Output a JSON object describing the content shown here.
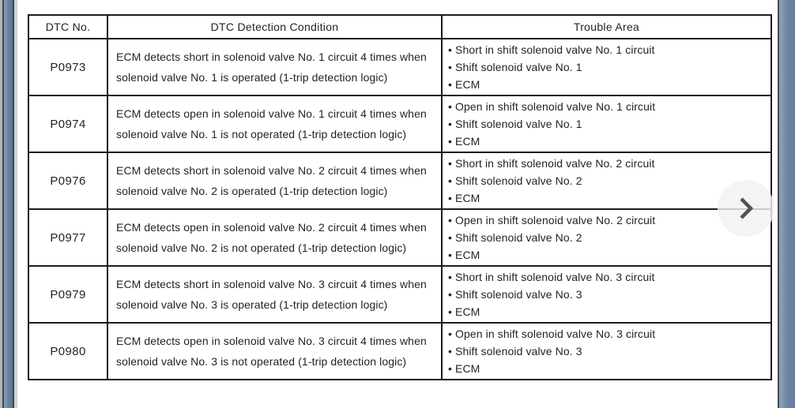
{
  "viewer": {
    "next_button_icon": "chevron-right",
    "colors": {
      "page_edge_blue": "#6d85a2",
      "table_border": "#1d1d1d",
      "next_button_bg": "#f2f2f3",
      "chevron": "#525252"
    }
  },
  "table": {
    "bullet": "•",
    "headers": [
      "DTC No.",
      "DTC Detection Condition",
      "Trouble Area"
    ],
    "rows": [
      {
        "dtc": "P0973",
        "condition": "ECM detects short in solenoid valve No. 1 circuit 4 times when solenoid valve No. 1 is operated (1-trip detection logic)",
        "trouble_areas": [
          "Short in shift solenoid valve No. 1 circuit",
          "Shift solenoid valve No. 1",
          "ECM"
        ]
      },
      {
        "dtc": "P0974",
        "condition": "ECM detects open in solenoid valve No. 1 circuit 4 times when solenoid valve No. 1 is not operated (1-trip detection logic)",
        "trouble_areas": [
          "Open in shift solenoid valve No. 1 circuit",
          "Shift solenoid valve No. 1",
          "ECM"
        ]
      },
      {
        "dtc": "P0976",
        "condition": "ECM detects short in solenoid valve No. 2 circuit 4 times when solenoid valve No. 2 is operated (1-trip detection logic)",
        "trouble_areas": [
          "Short in shift solenoid valve No. 2 circuit",
          "Shift solenoid valve No. 2",
          "ECM"
        ]
      },
      {
        "dtc": "P0977",
        "condition": "ECM detects open in solenoid valve No. 2 circuit 4 times when solenoid valve No. 2 is not operated (1-trip detection logic)",
        "trouble_areas": [
          "Open in shift solenoid valve No. 2 circuit",
          "Shift solenoid valve No. 2",
          "ECM"
        ]
      },
      {
        "dtc": "P0979",
        "condition": "ECM detects short in solenoid valve No. 3 circuit 4 times when solenoid valve No. 3 is operated (1-trip detection logic)",
        "trouble_areas": [
          "Short in shift solenoid valve No. 3 circuit",
          "Shift solenoid valve No. 3",
          "ECM"
        ]
      },
      {
        "dtc": "P0980",
        "condition": "ECM detects open in solenoid valve No. 3 circuit 4 times when solenoid valve No. 3 is not operated (1-trip detection logic)",
        "trouble_areas": [
          "Open in shift solenoid valve No. 3 circuit",
          "Shift solenoid valve No. 3",
          "ECM"
        ]
      }
    ]
  }
}
